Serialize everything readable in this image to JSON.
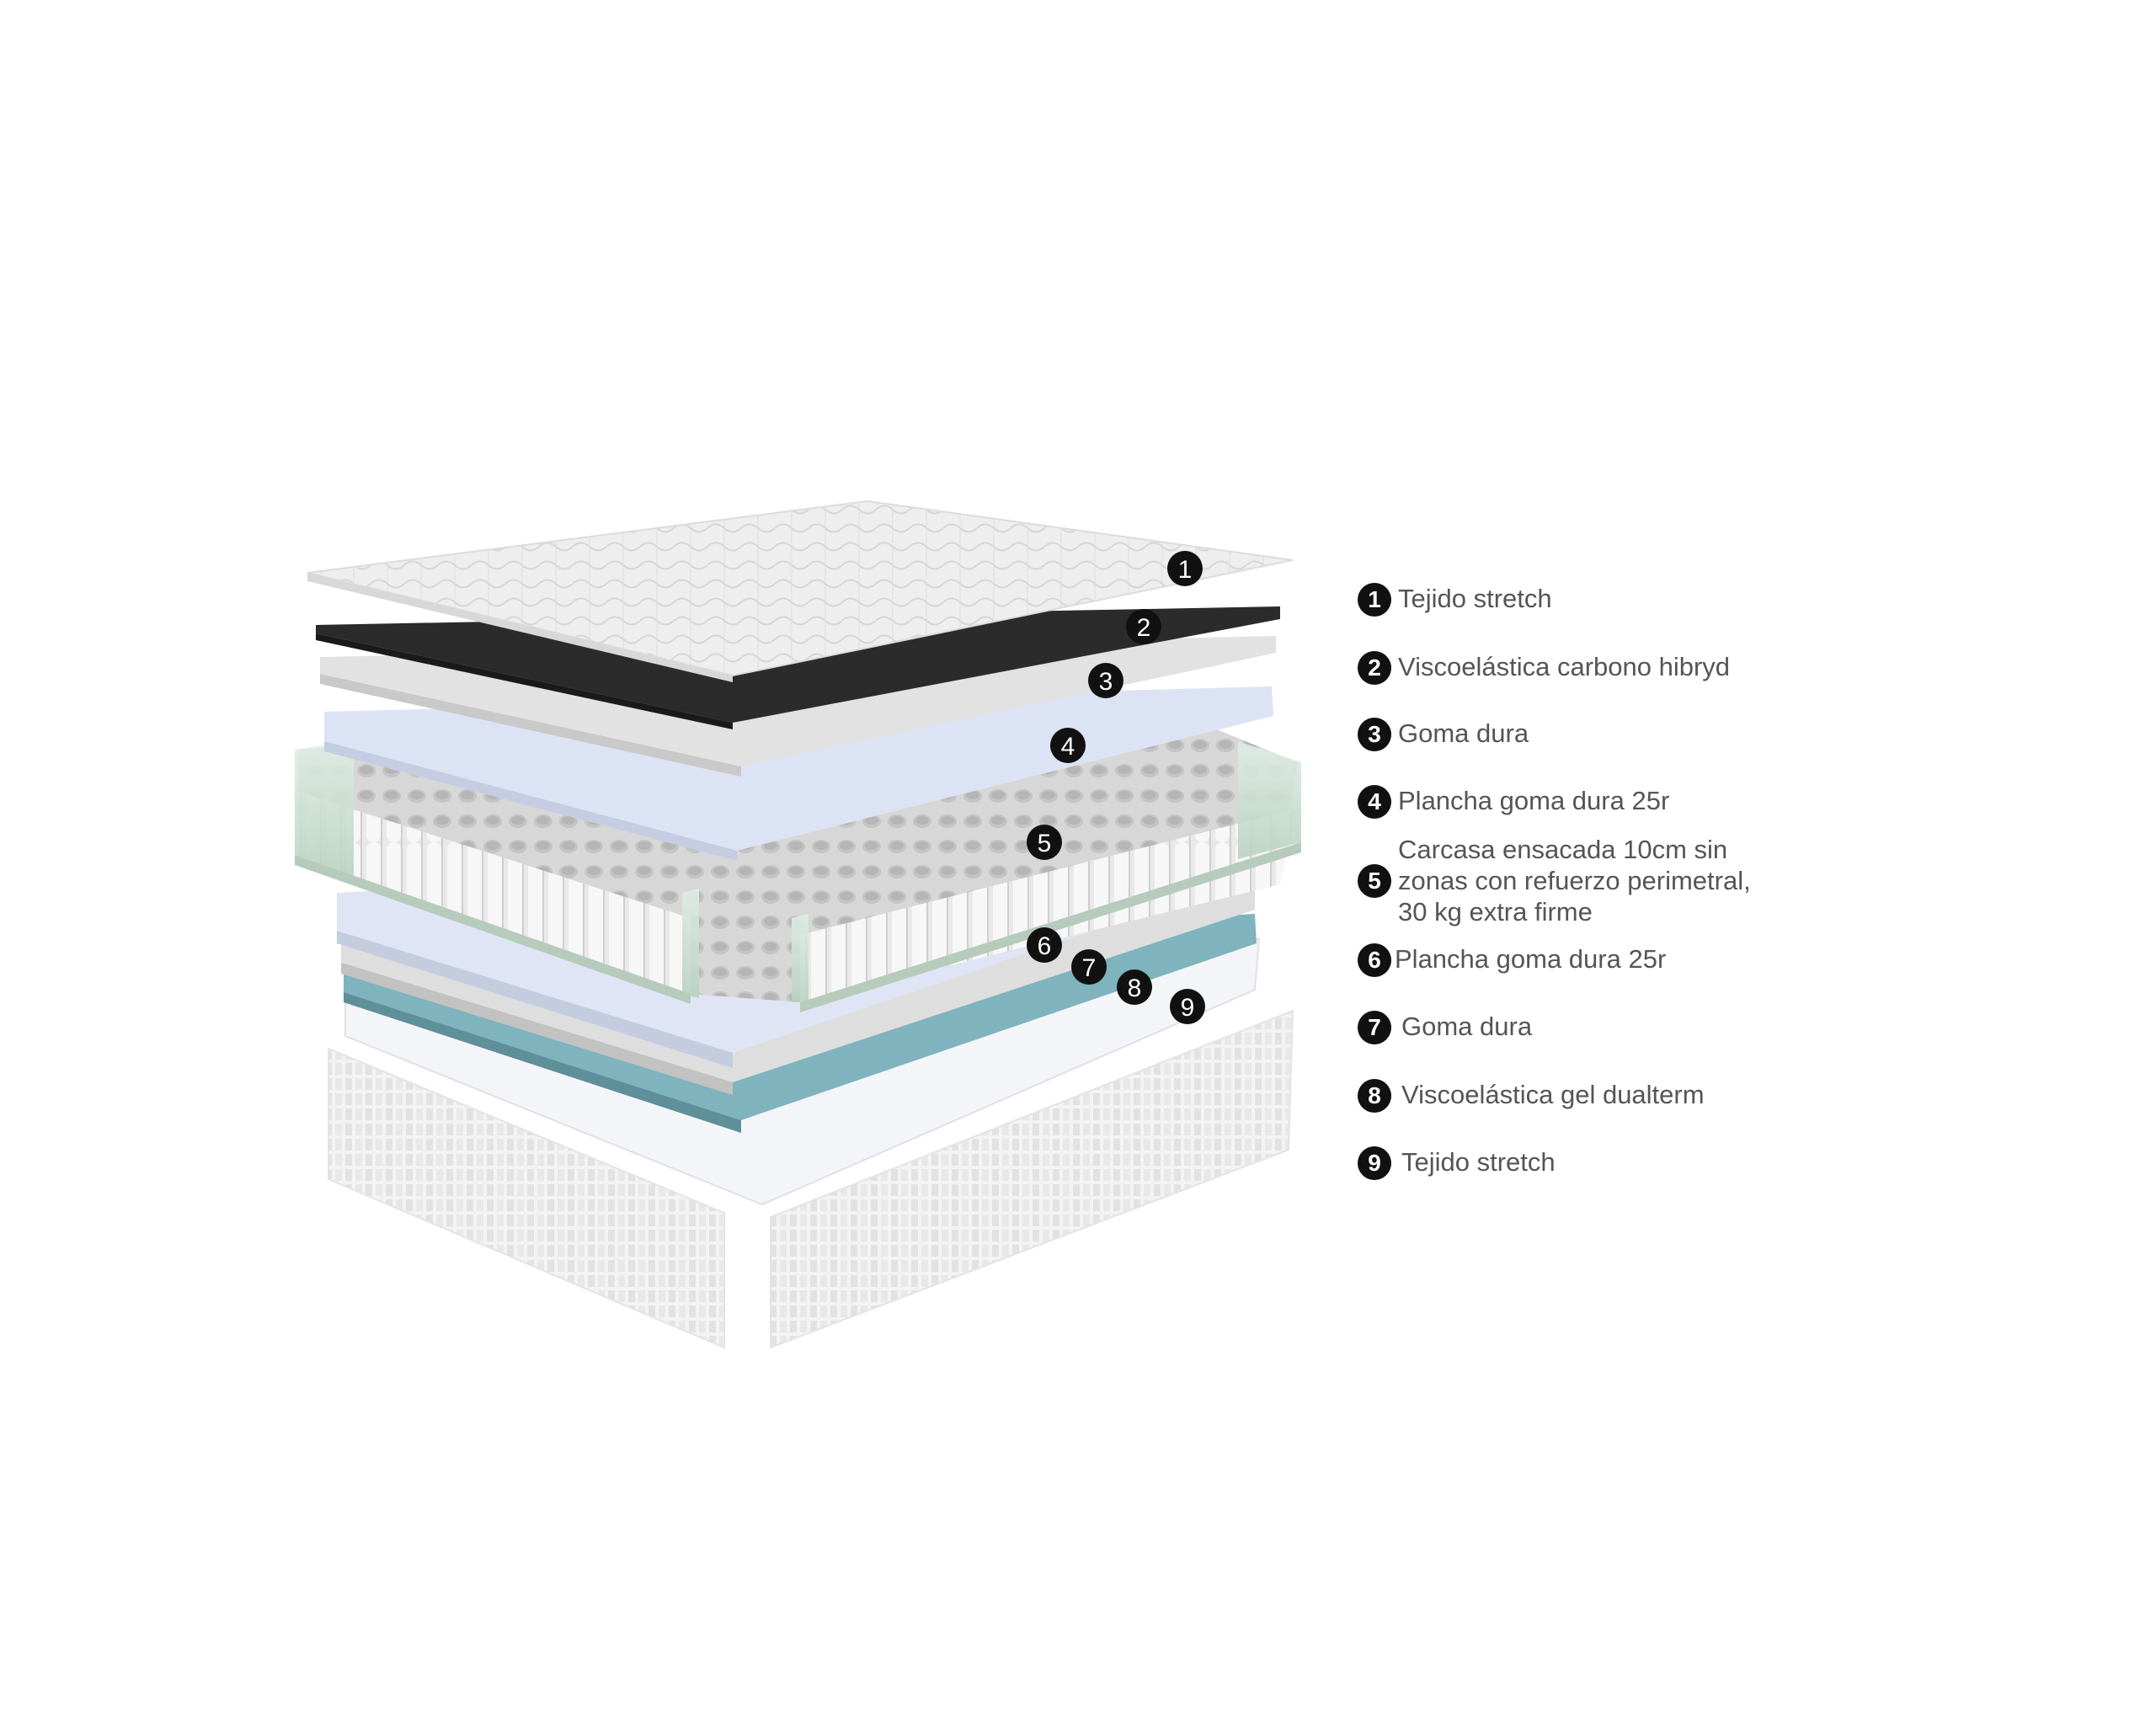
{
  "legend": [
    {
      "number": "1",
      "label": "Tejido stretch"
    },
    {
      "number": "2",
      "label": " Viscoelástica carbono hibryd"
    },
    {
      "number": "3",
      "label": "Goma dura"
    },
    {
      "number": "4",
      "label": "Plancha goma dura 25r"
    },
    {
      "number": "5",
      "label": "Carcasa ensacada 10cm sin\nzonas con refuerzo perimetral,\n30 kg extra firme"
    },
    {
      "number": "6",
      "label": "Plancha goma dura 25r"
    },
    {
      "number": "7",
      "label": "Goma dura"
    },
    {
      "number": "8",
      "label": "Viscoelástica gel dualterm"
    },
    {
      "number": "9",
      "label": "Tejido stretch"
    }
  ],
  "callouts": [
    "1",
    "2",
    "3",
    "4",
    "5",
    "6",
    "7",
    "8",
    "9"
  ],
  "colors": {
    "badge": "#111111",
    "label_text": "#555555",
    "carbon_layer": "#2b2b2b",
    "foam_layer": "#dcdcdc",
    "blue_foam": "#dde4f4",
    "gel_layer": "#7fb3bd",
    "fabric": "#f0f0f0"
  }
}
